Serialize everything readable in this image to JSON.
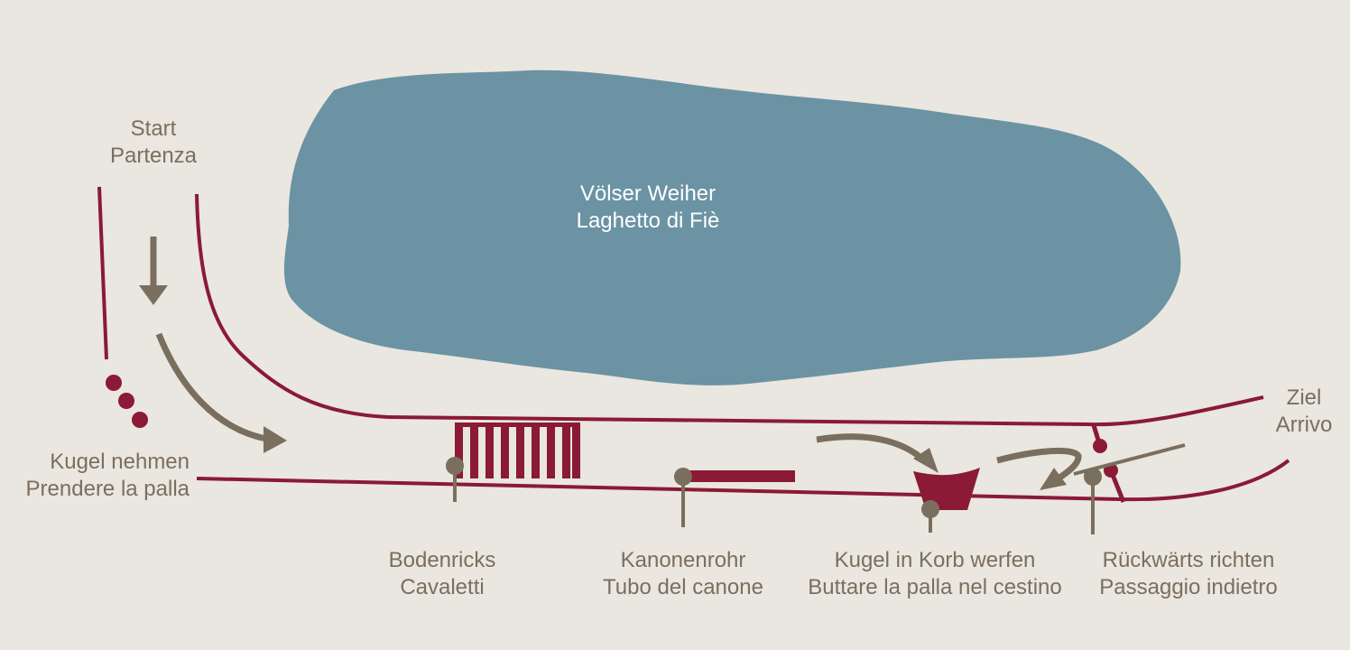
{
  "colors": {
    "background": "#EAE6E0",
    "lake": "#6B93A3",
    "track": "#8A1A35",
    "accent": "#7A6F5E",
    "text": "#7A6F5E",
    "lake_text": "#FFFFFF"
  },
  "lake": {
    "line1": "Völser Weiher",
    "line2": "Laghetto di Fiè"
  },
  "start": {
    "line1": "Start",
    "line2": "Partenza"
  },
  "finish": {
    "line1": "Ziel",
    "line2": "Arrivo"
  },
  "pickup": {
    "line1": "Kugel nehmen",
    "line2": "Prendere la palla"
  },
  "stations": [
    {
      "line1": "Bodenricks",
      "line2": "Cavaletti",
      "icon": "ground-poles-icon"
    },
    {
      "line1": "Kanonenrohr",
      "line2": "Tubo del canone",
      "icon": "cannon-pipe-icon"
    },
    {
      "line1": "Kugel in Korb werfen",
      "line2": "Buttare la palla nel cestino",
      "icon": "basket-icon"
    },
    {
      "line1": "Rückwärts richten",
      "line2": "Passaggio indietro",
      "icon": "rein-back-gate-icon"
    }
  ]
}
